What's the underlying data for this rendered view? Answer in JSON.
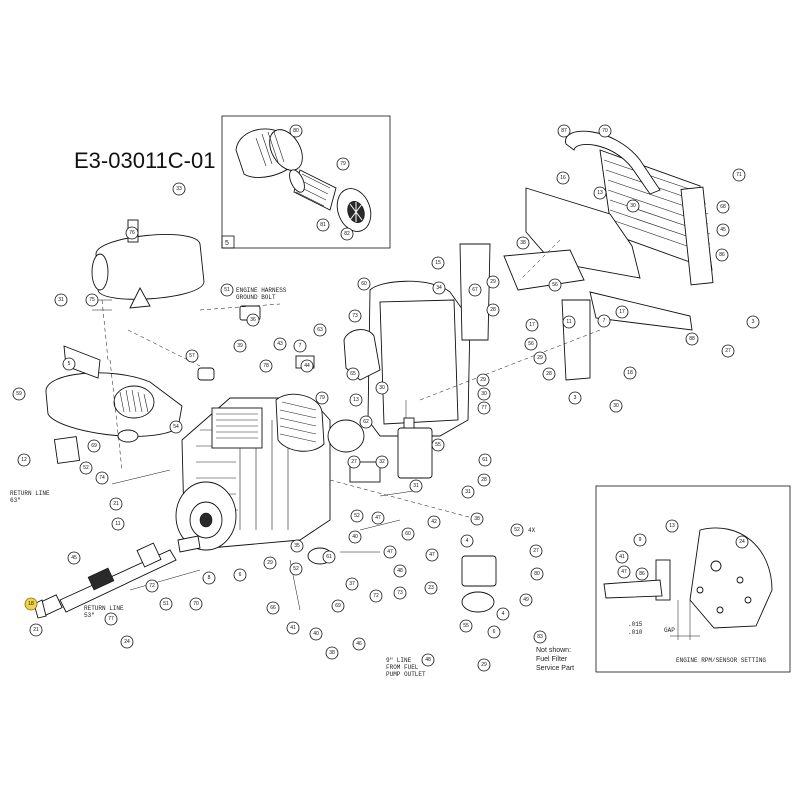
{
  "diagram": {
    "title": "E3-03011C-01",
    "inset_air_cleaner": {
      "label": "5"
    },
    "inset_sensor": {
      "title": "ENGINE RPM/SENSOR SETTING",
      "gap_values": ".015\n.010",
      "gap_label": "GAP"
    },
    "notes": {
      "harness": [
        "ENGINE HARNESS",
        "GROUND BOLT"
      ],
      "return_63": [
        "RETURN LINE",
        "63\""
      ],
      "return_53": [
        "RETURN LINE",
        "53\""
      ],
      "fuel_line": [
        "9\" LINE",
        "FROM FUEL",
        "PUMP OUTLET"
      ],
      "not_shown": [
        "Not shown:",
        "Fuel Filter",
        "Service Part"
      ],
      "qty": "4X"
    }
  }
}
